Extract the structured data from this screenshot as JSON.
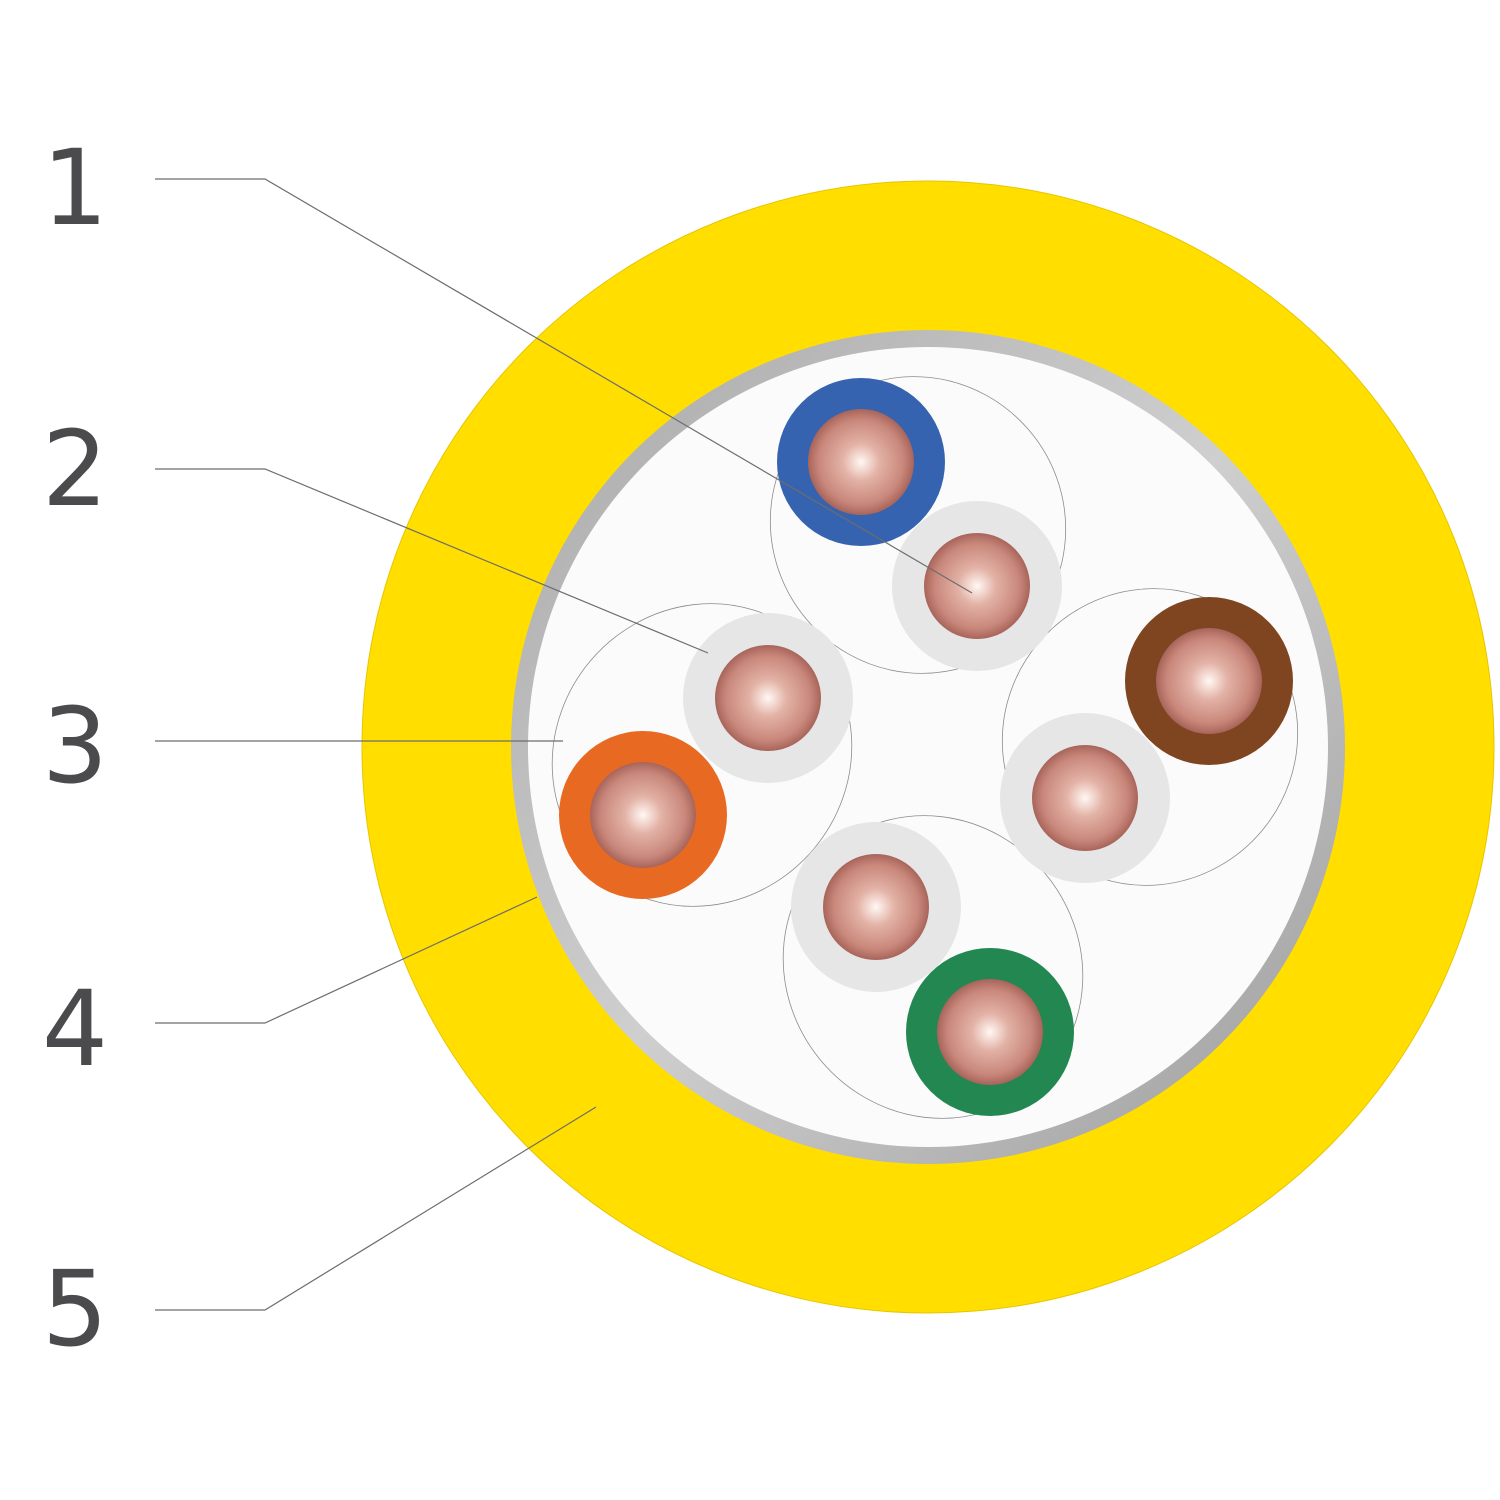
{
  "callouts": [
    {
      "number": "1"
    },
    {
      "number": "2"
    },
    {
      "number": "3"
    },
    {
      "number": "4"
    },
    {
      "number": "5"
    }
  ],
  "colors": {
    "outer_jacket": "#FFDE00",
    "shield": "#B4B4B4",
    "filler": "#FBFBFB",
    "white_insulation": "#E6E6E6",
    "copper_light": "#FFF8F4",
    "copper_mid": "#D9A093",
    "copper_dark": "#A8645A",
    "pair_outline": "#8C8C8C",
    "leader_line": "#6D6D6D",
    "label_text": "#4B4B4D"
  },
  "pairs": [
    {
      "name": "blue",
      "color": "#3563AF"
    },
    {
      "name": "orange",
      "color": "#E86A22"
    },
    {
      "name": "brown",
      "color": "#7E4520"
    },
    {
      "name": "green",
      "color": "#238752"
    }
  ]
}
